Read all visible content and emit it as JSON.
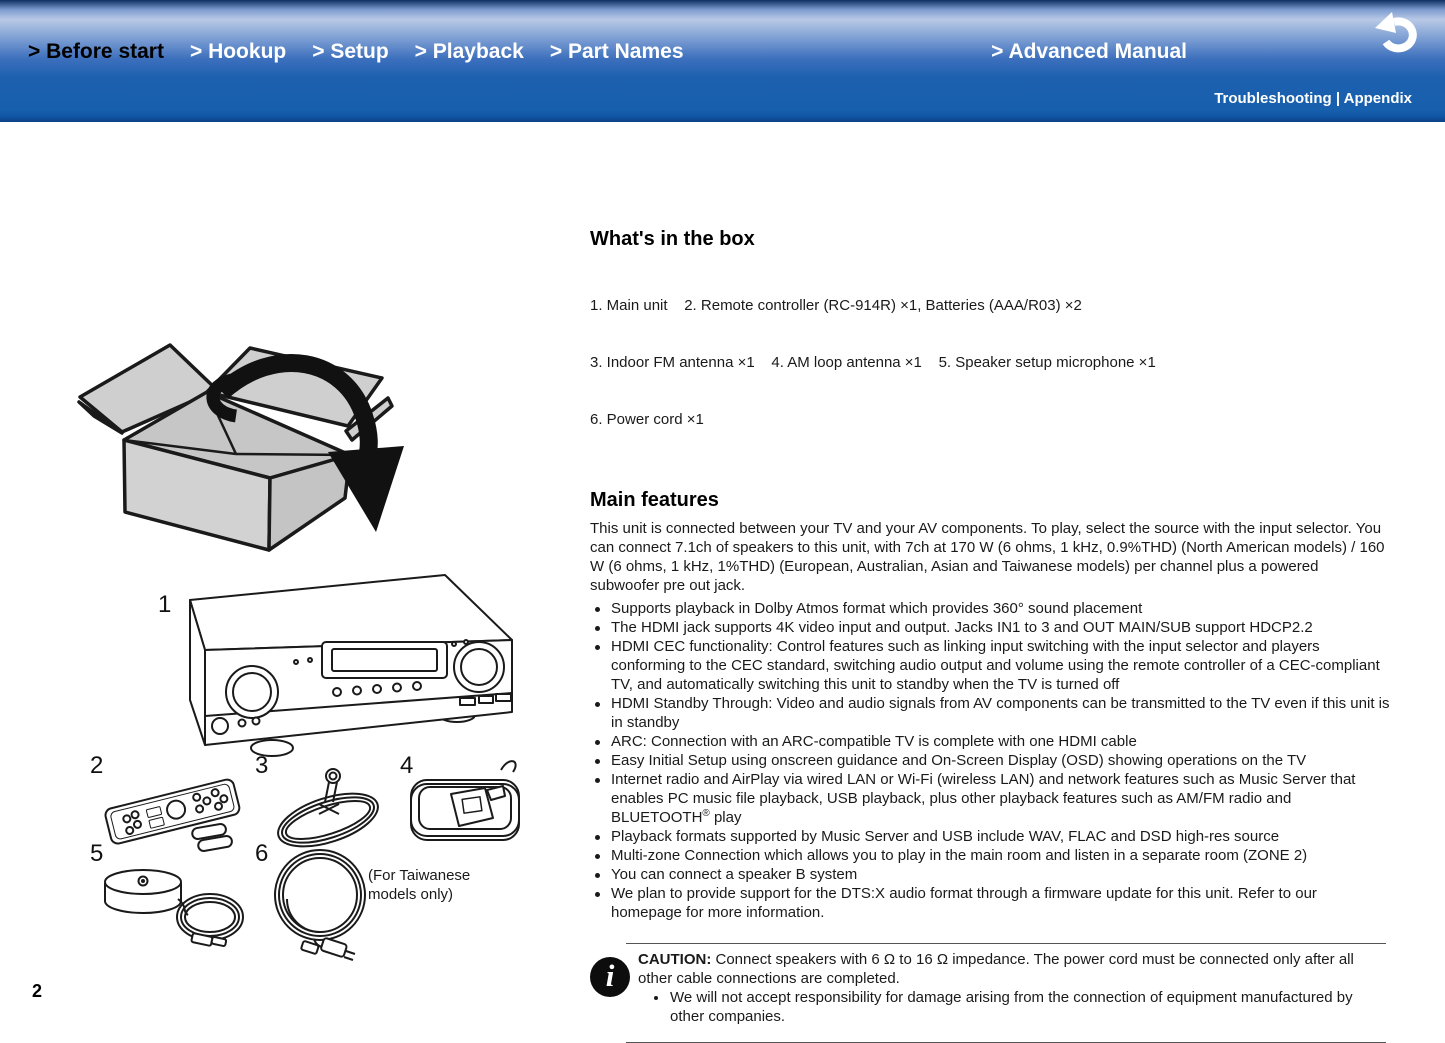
{
  "header": {
    "nav": [
      {
        "label": "> Before start",
        "active": true
      },
      {
        "label": "> Hookup",
        "active": false
      },
      {
        "label": "> Setup",
        "active": false
      },
      {
        "label": "> Playback",
        "active": false
      },
      {
        "label": "> Part Names",
        "active": false
      }
    ],
    "advanced": "> Advanced Manual",
    "subnav": "Troubleshooting | Appendix",
    "back_icon": "return-arrow"
  },
  "whats_in_box": {
    "title": "What's in the box",
    "lines": [
      "1. Main unit    2. Remote controller (RC-914R) ×1, Batteries (AAA/R03) ×2",
      "3. Indoor FM antenna ×1    4. AM loop antenna ×1    5. Speaker setup microphone ×1",
      "6. Power cord ×1"
    ]
  },
  "main_features": {
    "title": "Main features",
    "intro": "This unit is connected between your TV and your AV components. To play, select the source with the input selector. You can connect 7.1ch of speakers to this unit, with 7ch at 170 W (6 ohms, 1 kHz, 0.9%THD) (North American models) / 160 W (6 ohms, 1 kHz, 1%THD) (European, Australian, Asian and Taiwanese models) per channel plus a powered subwoofer pre out jack.",
    "bullets": [
      "Supports playback in Dolby Atmos format which provides 360° sound placement",
      "The HDMI jack supports 4K video input and output. Jacks IN1 to 3 and OUT MAIN/SUB support HDCP2.2",
      "HDMI CEC functionality: Control features such as linking input switching with the input selector and players conforming to the CEC standard, switching audio output and volume using the remote controller of a CEC-compliant TV, and automatically switching this unit to standby when the TV is turned off",
      "HDMI Standby Through: Video and audio signals from AV components can be transmitted to the TV even if this unit is in standby",
      "ARC: Connection with an ARC-compatible TV is complete with one HDMI cable",
      "Easy Initial Setup using onscreen guidance and On-Screen Display (OSD) showing operations on the TV",
      {
        "pre": "Internet radio and AirPlay via wired LAN or Wi-Fi (wireless LAN) and network features such as Music Server that enables PC music file playback, USB playback, plus other playback features such as AM/FM radio and BLUETOOTH",
        "reg": "®",
        "post": " play"
      },
      "Playback formats supported by Music Server and USB include WAV, FLAC and DSD high-res source",
      "Multi-zone Connection which allows you to play in the main room and listen in a separate room (ZONE 2)",
      "You can connect a speaker B system",
      "We plan to provide support for the DTS:X audio format through a firmware update for this unit. Refer to our homepage for more information."
    ]
  },
  "caution": {
    "icon": "info-icon",
    "icon_glyph": "i",
    "label": "CAUTION:",
    "text": " Connect speakers with 6 Ω to 16 Ω impedance. The power cord must be connected only after all other cable connections are completed.",
    "sub_bullet": "We will not accept responsibility for damage arising from the connection of equipment manufactured by other companies."
  },
  "diagram": {
    "items": [
      {
        "number": "1",
        "name": "main-unit"
      },
      {
        "number": "2",
        "name": "remote-controller-and-batteries"
      },
      {
        "number": "3",
        "name": "indoor-fm-antenna"
      },
      {
        "number": "4",
        "name": "am-loop-antenna"
      },
      {
        "number": "5",
        "name": "speaker-setup-microphone"
      },
      {
        "number": "6",
        "name": "power-cord"
      }
    ],
    "taiwan_note": "(For Taiwanese models only)"
  },
  "page_number": "2",
  "colors": {
    "header_top": "#0d2f63",
    "header_light": "#b8c9e6",
    "header_blue": "#1760ae",
    "header_bottom": "#0c4187",
    "text": "#1a1a1a",
    "illustration_gray": "#cfcfcf"
  }
}
